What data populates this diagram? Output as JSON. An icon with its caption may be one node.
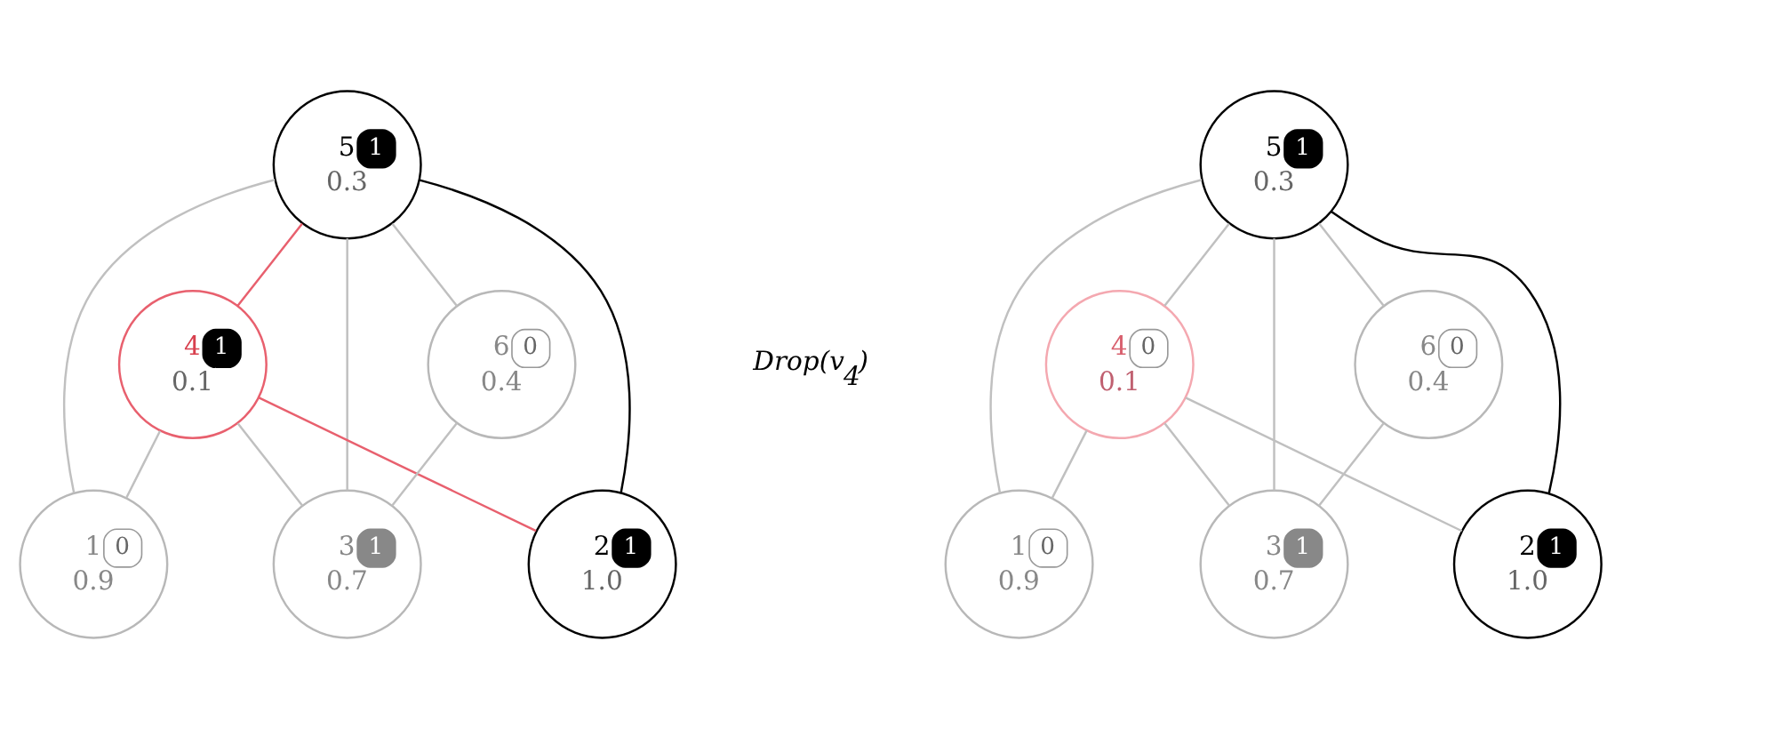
{
  "diagram": {
    "nodes": [
      {
        "text": [
          "5",
          "0.3",
          "1"
        ]
      },
      {
        "text": [
          "4",
          "0.1",
          "1"
        ]
      },
      {
        "text": [
          "6",
          "0.4",
          "0"
        ]
      },
      {
        "text": [
          "1",
          "0.9",
          "0"
        ]
      },
      {
        "text": [
          "3",
          "0.7",
          "1"
        ]
      },
      {
        "text": [
          "2",
          "1.0",
          "1"
        ]
      },
      {
        "text": [
          "4",
          "0.1",
          "0"
        ]
      },
      {
        "text": [
          "5",
          "0.3",
          "1"
        ]
      },
      {
        "text": [
          "6",
          "0.4",
          "0"
        ]
      },
      {
        "text": [
          "1",
          "0.9",
          "0"
        ]
      },
      {
        "text": [
          "3",
          "0.7",
          "1"
        ]
      },
      {
        "text": [
          "2",
          "1.0",
          "1"
        ]
      }
    ],
    "edges": [
      {
        "from": 0,
        "to": 1,
        "arrow": "none",
        "color": "#e8606e"
      },
      {
        "from": 0,
        "to": 5,
        "arrow": "none",
        "color": "#000000"
      },
      {
        "from": 1,
        "to": 5,
        "arrow": "none",
        "color": "#e8606e"
      },
      {
        "from": 0,
        "to": 2,
        "arrow": "none"
      },
      {
        "from": 0,
        "to": 3,
        "arrow": "none"
      },
      {
        "from": 0,
        "to": 4,
        "arrow": "none"
      },
      {
        "from": 1,
        "to": 3,
        "arrow": "none"
      },
      {
        "from": 1,
        "to": 4,
        "arrow": "none"
      },
      {
        "from": 2,
        "to": 4,
        "arrow": "none"
      },
      {
        "from": 7,
        "to": 6,
        "arrow": "none"
      },
      {
        "from": 7,
        "to": 11,
        "arrow": "none",
        "color": "#000000"
      },
      {
        "from": 6,
        "to": 11,
        "arrow": "none"
      },
      {
        "from": 7,
        "to": 8,
        "arrow": "none"
      },
      {
        "from": 7,
        "to": 9,
        "arrow": "none"
      },
      {
        "from": 7,
        "to": 10,
        "arrow": "none"
      },
      {
        "from": 6,
        "to": 9,
        "arrow": "none"
      },
      {
        "from": 6,
        "to": 10,
        "arrow": "none"
      },
      {
        "from": 8,
        "to": 10,
        "arrow": "none"
      }
    ],
    "labels": [
      "Drop(v$_{4}$)"
    ]
  }
}
